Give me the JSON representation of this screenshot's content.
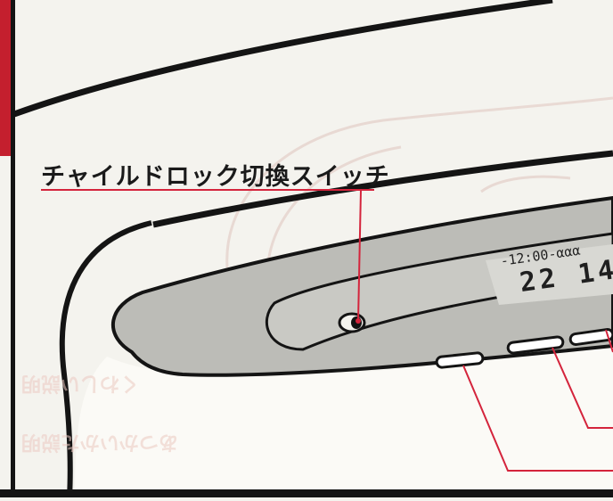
{
  "callout": {
    "label": "チャイルドロック切換スイッチ",
    "accent_color": "#d4243c"
  },
  "display": {
    "top_text": "-12:00-ααα",
    "bottom_text": "22 14"
  },
  "background_text": {
    "line1": "くわしい説明",
    "line2": "あつかいかた説明"
  },
  "colors": {
    "paper": "#f4f3ee",
    "line": "#141414",
    "panel": "#bcbcb7",
    "red_strip": "#c41f2e"
  }
}
